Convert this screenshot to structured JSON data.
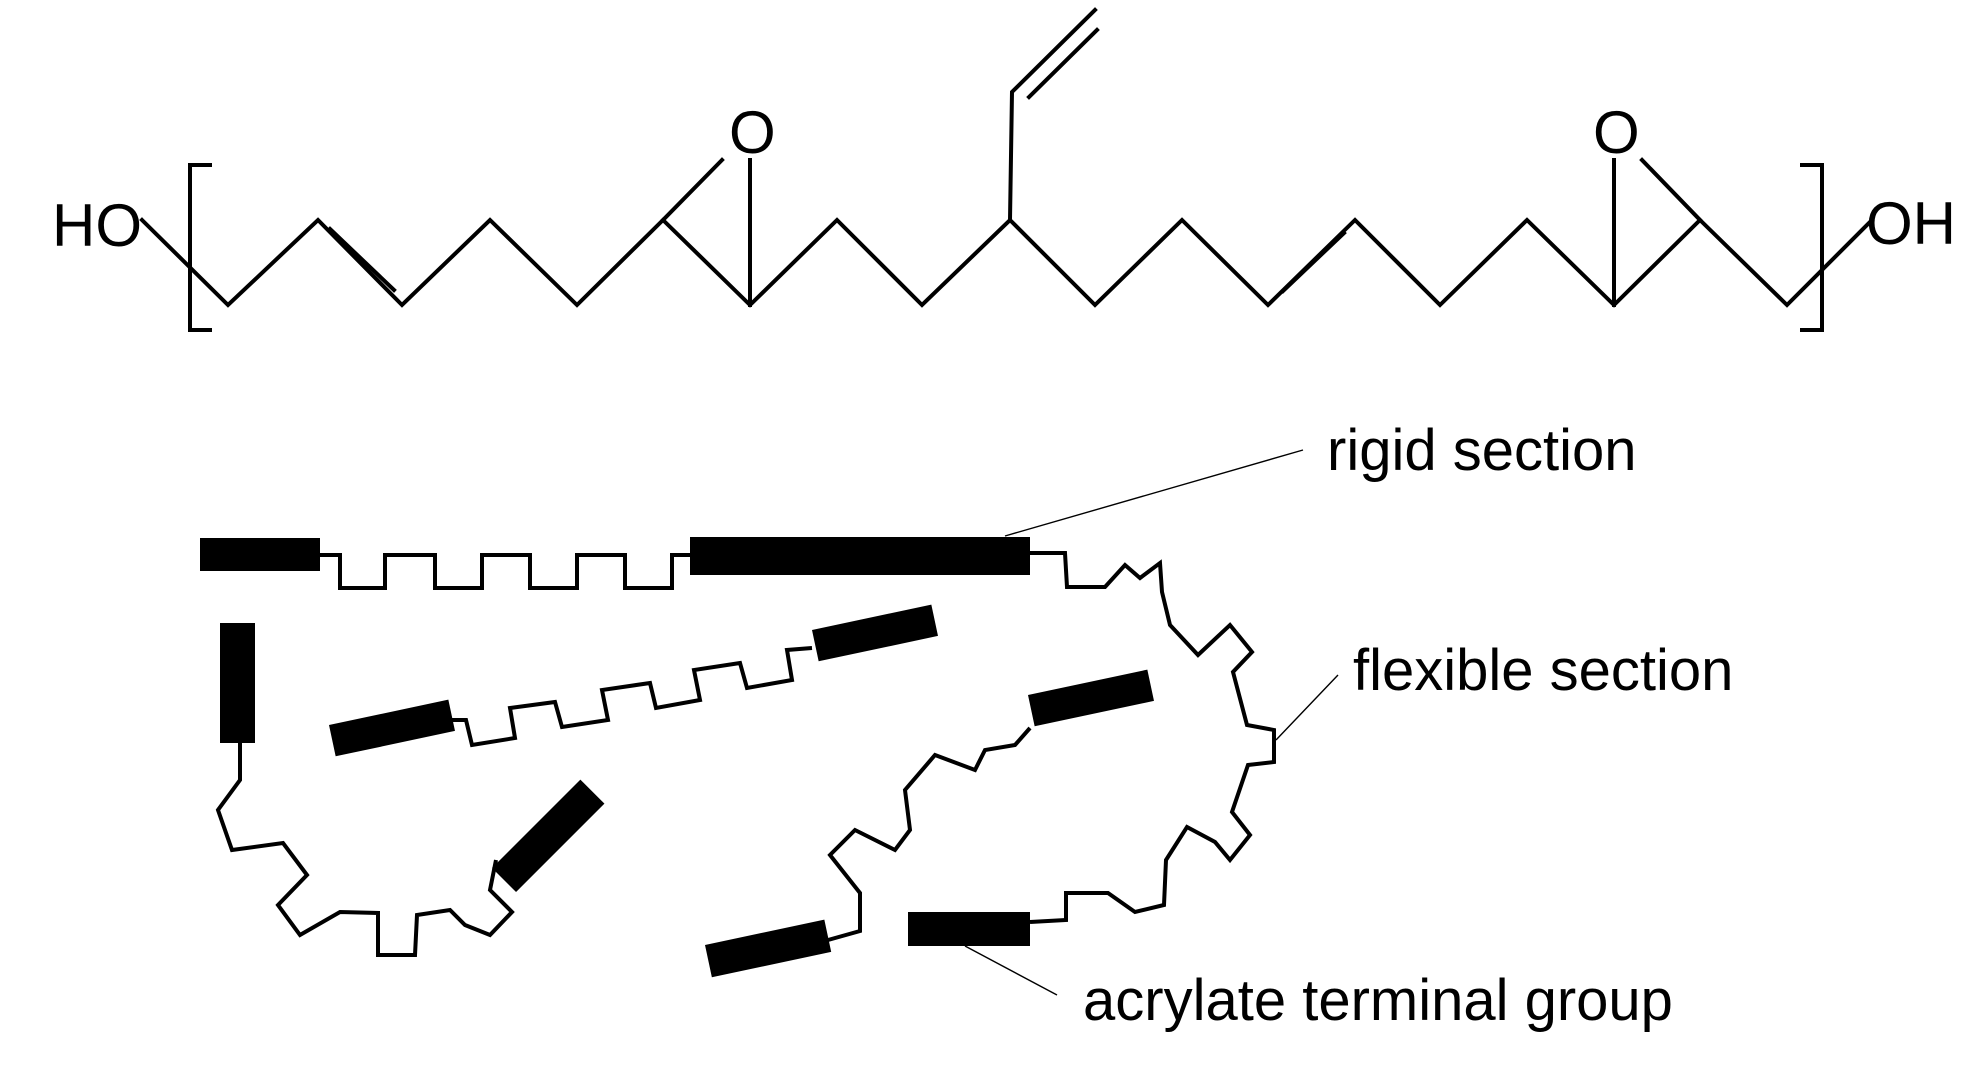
{
  "structure": {
    "left_end_group": "HO",
    "right_end_group": "OH",
    "epoxide_oxygen_left": "O",
    "epoxide_oxygen_right": "O"
  },
  "legend": {
    "rigid_label": "rigid section",
    "flexible_label": "flexible section",
    "terminal_label": "acrylate terminal group"
  },
  "colors": {
    "ink": "#000000",
    "background": "#ffffff"
  }
}
